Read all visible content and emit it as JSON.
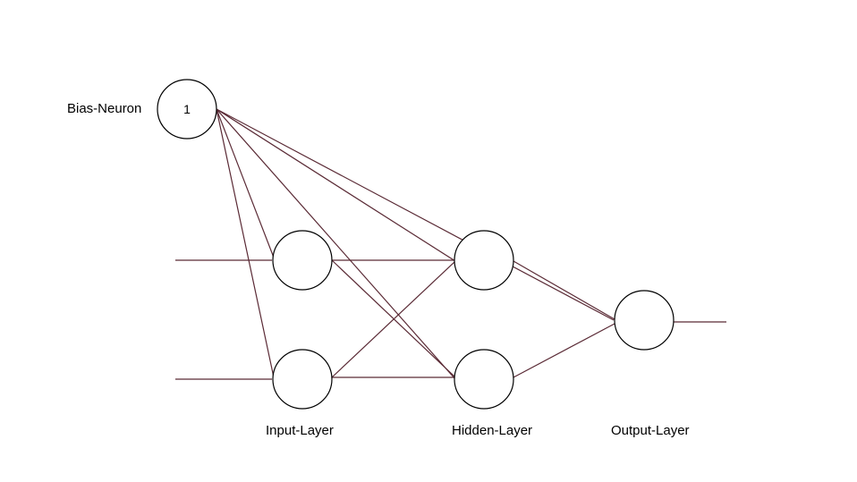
{
  "diagram": {
    "bias_label": "Bias-Neuron",
    "bias_value": "1",
    "input_layer_label": "Input-Layer",
    "hidden_layer_label": "Hidden-Layer",
    "output_layer_label": "Output-Layer"
  },
  "colors": {
    "edge": "#5a2a35",
    "node_stroke": "#000000",
    "background": "#ffffff"
  }
}
